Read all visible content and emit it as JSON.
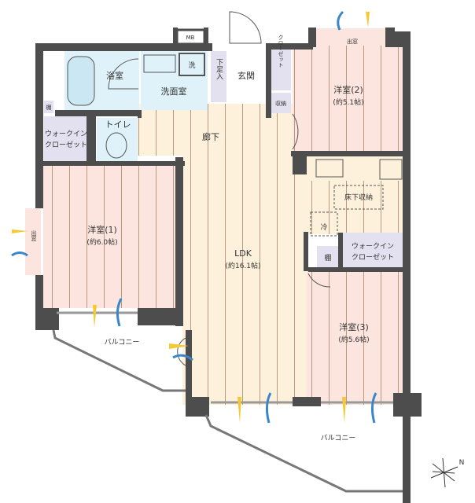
{
  "colors": {
    "wall": "#4d4d4d",
    "western": "#fde5df",
    "ldk": "#fdf1dc",
    "wet": "#dff2fa",
    "storage": "#e3e0f0",
    "grain": "#b89a82",
    "breeze_yellow": "#f5c932",
    "breeze_blue": "#3a86c8"
  },
  "labels": {
    "mb": "MB",
    "bath": "浴室",
    "washroom": "洗面室",
    "washer": "洗",
    "shoe_storage": "下足入",
    "entrance": "玄関",
    "shelf_left": "棚",
    "wic_left_1": "ウォークイン",
    "wic_left_2": "クローゼット",
    "toilet": "トイレ",
    "corridor": "廊下",
    "closet_2": "クローゼット",
    "storage": "収納",
    "room2_name": "洋室(2)",
    "room2_size": "(約5.1帖)",
    "bay_window_top": "出窓",
    "underfloor": "床下収納",
    "fridge": "冷",
    "shelf_right": "棚",
    "wic_right_1": "ウォークイン",
    "wic_right_2": "クローゼット",
    "room1_name": "洋室(1)",
    "room1_size": "(約6.0帖)",
    "bay_window_left": "出窓",
    "ldk_name": "LDK",
    "ldk_size": "(約16.1帖)",
    "room3_name": "洋室(3)",
    "room3_size": "(約5.6帖)",
    "balcony_1": "バルコニー",
    "balcony_2": "バルコニー",
    "compass_n": "N"
  }
}
